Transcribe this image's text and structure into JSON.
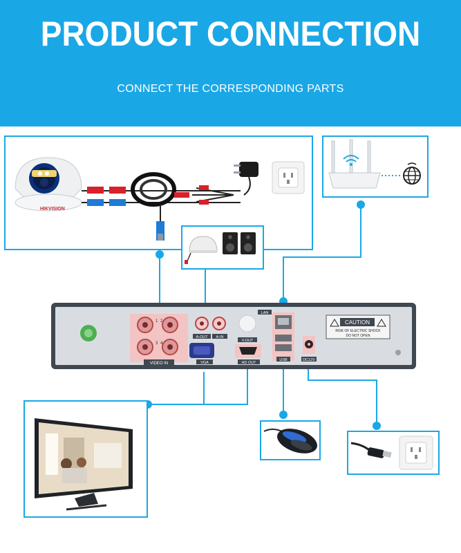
{
  "header": {
    "title": "PRODUCT CONNECTION",
    "subtitle": "CONNECT THE CORRESPONDING PARTS"
  },
  "dvr": {
    "labels": {
      "video_in": "VIDEO IN",
      "a_out": "A-OUT",
      "a_in": "A-IN",
      "lan": "LAN",
      "v_out": "V-OUT",
      "vga": "VGA",
      "hd_out": "HD OUT",
      "dc12v": "DC12V",
      "usb": "USB",
      "caution": "CAUTION",
      "caution_line1": "RISK OF ELECTRIC SHOCK",
      "caution_line2": "DO NOT OPEN",
      "port_numbers": [
        "1",
        "2",
        "3",
        "4"
      ]
    }
  },
  "camera": {
    "brand_text": "HIKVISION"
  },
  "colors": {
    "accent": "#1aa7e6",
    "dvr_body": "#d9dde2",
    "dvr_frame": "#3f4750",
    "bnc_panel": "#f2c4c4"
  },
  "icons": [
    "camera-icon",
    "bnc-cable-icon",
    "power-adapter-icon",
    "wall-socket-icon",
    "router-icon",
    "globe-icon",
    "microphone-icon",
    "speakers-icon",
    "monitor-icon",
    "mouse-icon",
    "dc-power-cable-icon"
  ]
}
